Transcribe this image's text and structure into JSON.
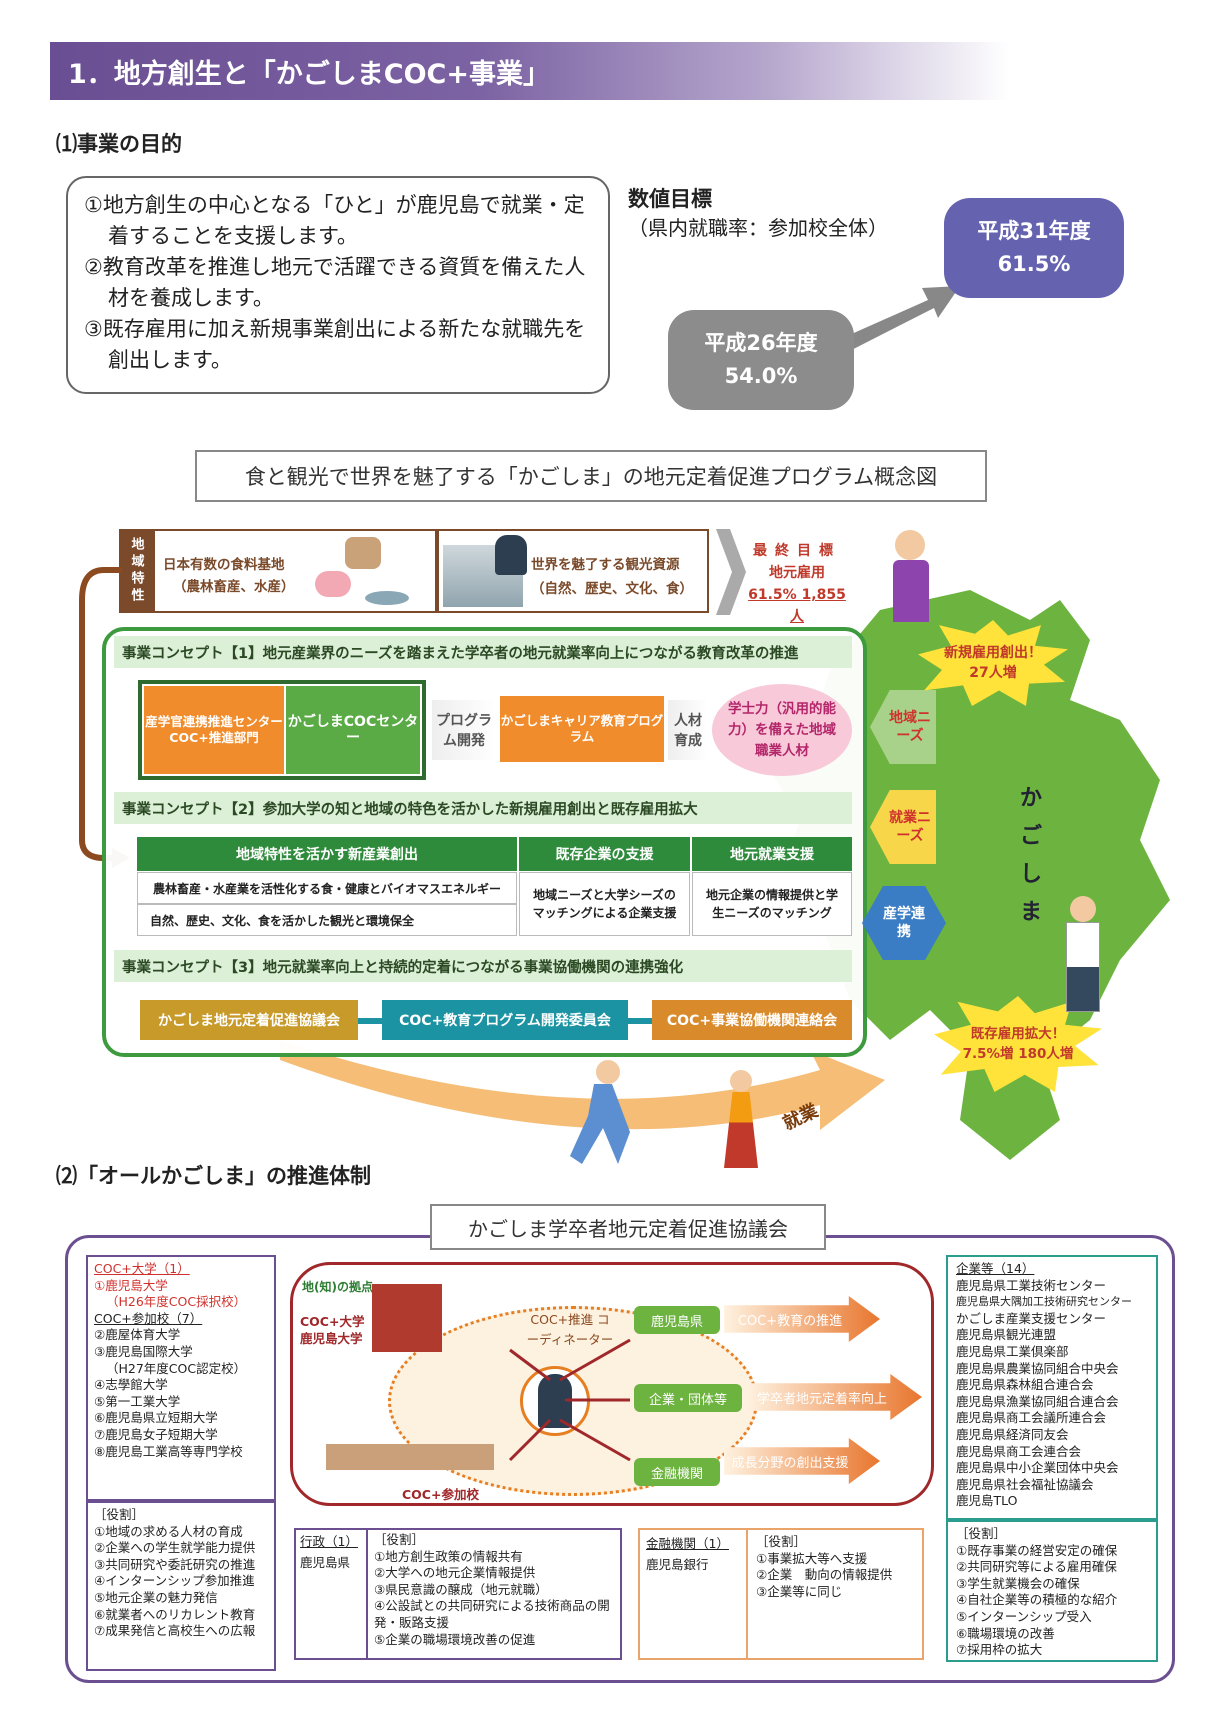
{
  "header": {
    "title": "1．地方創生と「かごしまCOC+事業」"
  },
  "section1": {
    "title": "⑴事業の目的"
  },
  "purposes": [
    "①地方創生の中心となる「ひと」が鹿児島で就業・定着することを支援します。",
    "②教育改革を推進し地元で活躍できる資質を備えた人材を養成します。",
    "③既存雇用に加え新規事業創出による新たな就職先を創出します。"
  ],
  "target": {
    "title": "数値目標",
    "subtitle": "（県内就職率：参加校全体）",
    "current_year": "平成26年度",
    "current_value": "54.0%",
    "goal_year": "平成31年度",
    "goal_value": "61.5%"
  },
  "concept": {
    "title": "食と観光で世界を魅了する「かごしま」の地元定着促進プログラム概念図",
    "region_label": "地域特性",
    "food_title": "日本有数の食料基地",
    "food_sub": "（農林畜産、水産）",
    "tour_title": "世界を魅了する観光資源",
    "tour_sub": "（自然、歴史、文化、食）",
    "final_title": "最終目標",
    "final_sub": "地元雇用",
    "final_value": "61.5% 1,855人",
    "c1": "事業コンセプト【1】地元産業界のニーズを踏まえた学卒者の地元就業率向上につながる教育改革の推進",
    "c1_center1": "産学官連携推進センター COC+推進部門",
    "c1_center2": "かごしまCOCセンター",
    "c1_prog_dev": "プログラム開発",
    "c1_career": "かごしまキャリア教育プログラム",
    "c1_jinzai": "人材育成",
    "c1_result": "学士力（汎用的能力）を備えた地域職業人材",
    "c2": "事業コンセプト【2】参加大学の知と地域の特色を活かした新規雇用創出と既存雇用拡大",
    "c2_h1": "地域特性を活かす新産業創出",
    "c2_h1_r1": "農林畜産・水産業を活性化する食・健康とバイオマスエネルギー",
    "c2_h1_r2": "自然、歴史、文化、食を活かした観光と環境保全",
    "c2_h2": "既存企業の支援",
    "c2_h2_r1": "地域ニーズと大学シーズのマッチングによる企業支援",
    "c2_h3": "地元就業支援",
    "c2_h3_r1": "地元企業の情報提供と学生ニーズのマッチング",
    "c3": "事業コンセプト【3】地元就業率向上と持続的定着につながる事業協働機関の連携強化",
    "c3_b1": "かごしま地元定着促進協議会",
    "c3_b2": "COC+教育プログラム開発委員会",
    "c3_b3": "COC+事業協働機関連絡会",
    "arrow_chiiki": "地域ニーズ",
    "arrow_shugyo": "就業ニーズ",
    "arrow_sangaku": "産学連携",
    "burst1": "新規雇用創出！ 27人増",
    "burst2": "既存雇用拡大！ 7.5%増 180人増",
    "map_label": "かごしま",
    "shugyo": "就業"
  },
  "section2": {
    "title": "⑵「オールかごしま」の推進体制"
  },
  "council": {
    "title": "かごしま学卒者地元定着促進協議会",
    "univ_head": "COC+大学（1）",
    "univ_1": "①鹿児島大学",
    "univ_1_note": "（H26年度COC採択校）",
    "part_head": "COC+参加校（7）",
    "part_list": [
      "②鹿屋体育大学",
      "③鹿児島国際大学",
      "（H27年度COC認定校）",
      "④志學館大学",
      "⑤第一工業大学",
      "⑥鹿児島県立短期大学",
      "⑦鹿児島女子短期大学",
      "⑧鹿児島工業高等専門学校"
    ],
    "univ_role_head": "［役割］",
    "univ_roles": [
      "①地域の求める人材の育成",
      "②企業への学生就学能力提供",
      "③共同研究や委託研究の推進",
      "④インターンシップ参加推進",
      "⑤地元企業の魅力発信",
      "⑥就業者へのリカレント教育",
      "⑦成果発信と高校生への広報"
    ],
    "logo": "地(知)の拠点",
    "coc_univ": "COC+大学 鹿児島大学",
    "coordinator": "COC+推進 コーディネーター",
    "participants": "COC+参加校",
    "node1": "鹿児島県",
    "node2": "企業・団体等",
    "node3": "金融機関",
    "arrow1": "COC+教育の推進",
    "arrow2": "学卒者地元定着率向上",
    "arrow3": "成長分野の創出支援",
    "gov_head": "行政（1）",
    "gov_name": "鹿児島県",
    "gov_role_head": "［役割］",
    "gov_roles": [
      "①地方創生政策の情報共有",
      "②大学への地元企業情報提供",
      "③県民意識の醸成（地元就職）",
      "④公設試との共同研究による技術商品の開発・販路支援",
      "⑤企業の職場環境改善の促進"
    ],
    "fin_head": "金融機関（1）",
    "fin_name": "鹿児島銀行",
    "fin_role_head": "［役割］",
    "fin_roles": [
      "①事業拡大等へ支援",
      "②企業　動向の情報提供",
      "③企業等に同じ"
    ],
    "corp_head": "企業等（14）",
    "corp_list": [
      "鹿児島県工業技術センター",
      "鹿児島県大隅加工技術研究センター",
      "かごしま産業支援センター",
      "鹿児島県観光連盟",
      "鹿児島県工業倶楽部",
      "鹿児島県農業協同組合中央会",
      "鹿児島県森林組合連合会",
      "鹿児島県漁業協同組合連合会",
      "鹿児島県商工会議所連合会",
      "鹿児島県経済同友会",
      "鹿児島県商工会連合会",
      "鹿児島県中小企業団体中央会",
      "鹿児島県社会福祉協議会",
      "鹿児島TLO"
    ],
    "corp_role_head": "［役割］",
    "corp_roles": [
      "①既存事業の経営安定の確保",
      "②共同研究等による雇用確保",
      "③学生就業機会の確保",
      "④自社企業等の積極的な紹介",
      "⑤インターンシップ受入",
      "⑥職場環境の改善",
      "⑦採用枠の拡大"
    ]
  },
  "colors": {
    "purple": "#6b4f91",
    "green": "#5aaa46",
    "orange": "#f08c2c",
    "teal": "#1b93a3",
    "map_green": "#6cb33f"
  }
}
